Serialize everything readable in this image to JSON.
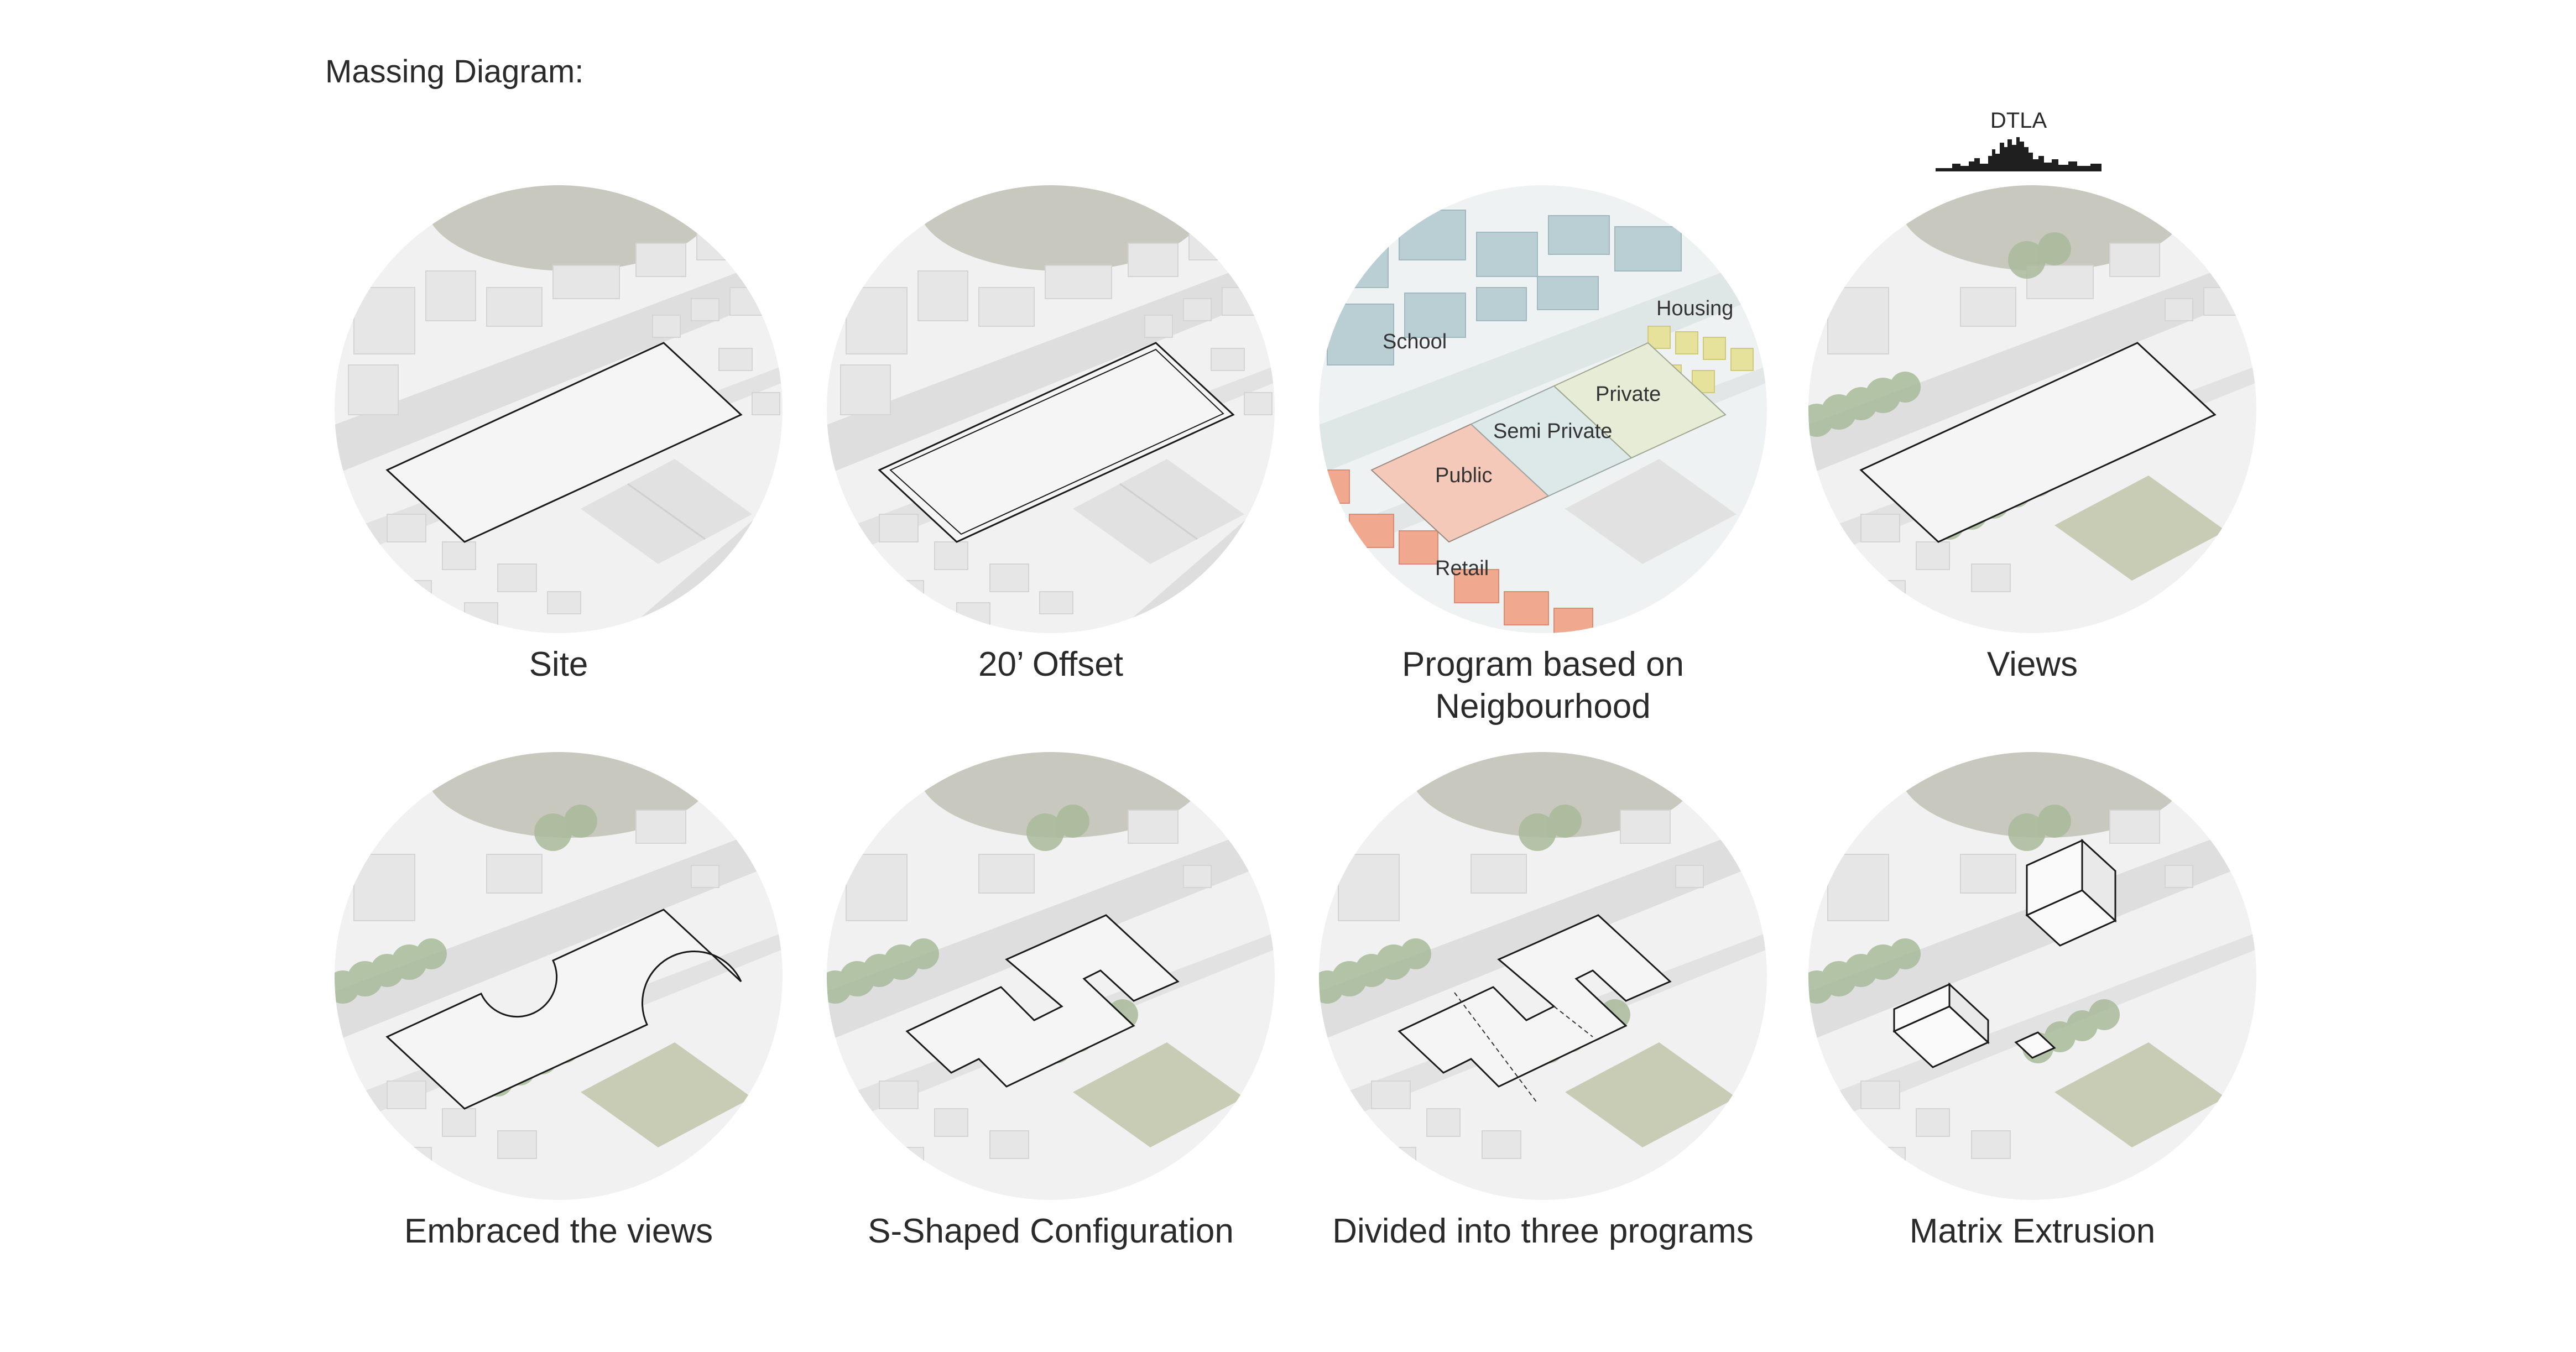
{
  "heading": "Massing Diagram:",
  "views_marker": {
    "label": "DTLA",
    "icon": "city-skyline-icon"
  },
  "colors": {
    "ground": "#f1f1f1",
    "road": "#dedede",
    "building": "#e7e7e7",
    "park": "#c8c8be",
    "tree": "#a9bb9a",
    "field": "#c9ccb4",
    "outline": "#1a1a1a",
    "public": "#f5c9b9",
    "semi_private": "#dce9e8",
    "private": "#e6ecd6",
    "school": "#b9cfd3",
    "housing": "#e6e29c",
    "retail": "#f0a98f"
  },
  "panels": [
    {
      "caption": "Site"
    },
    {
      "caption": "20’ Offset"
    },
    {
      "caption": "Program based on Neigbourhood",
      "labels": {
        "school": "School",
        "housing": "Housing",
        "private": "Private",
        "semi_private": "Semi Private",
        "public": "Public",
        "retail": "Retail"
      }
    },
    {
      "caption": "Views"
    },
    {
      "caption": "Embraced the views"
    },
    {
      "caption": "S-Shaped Configuration"
    },
    {
      "caption": "Divided into three programs"
    },
    {
      "caption": "Matrix Extrusion"
    }
  ]
}
